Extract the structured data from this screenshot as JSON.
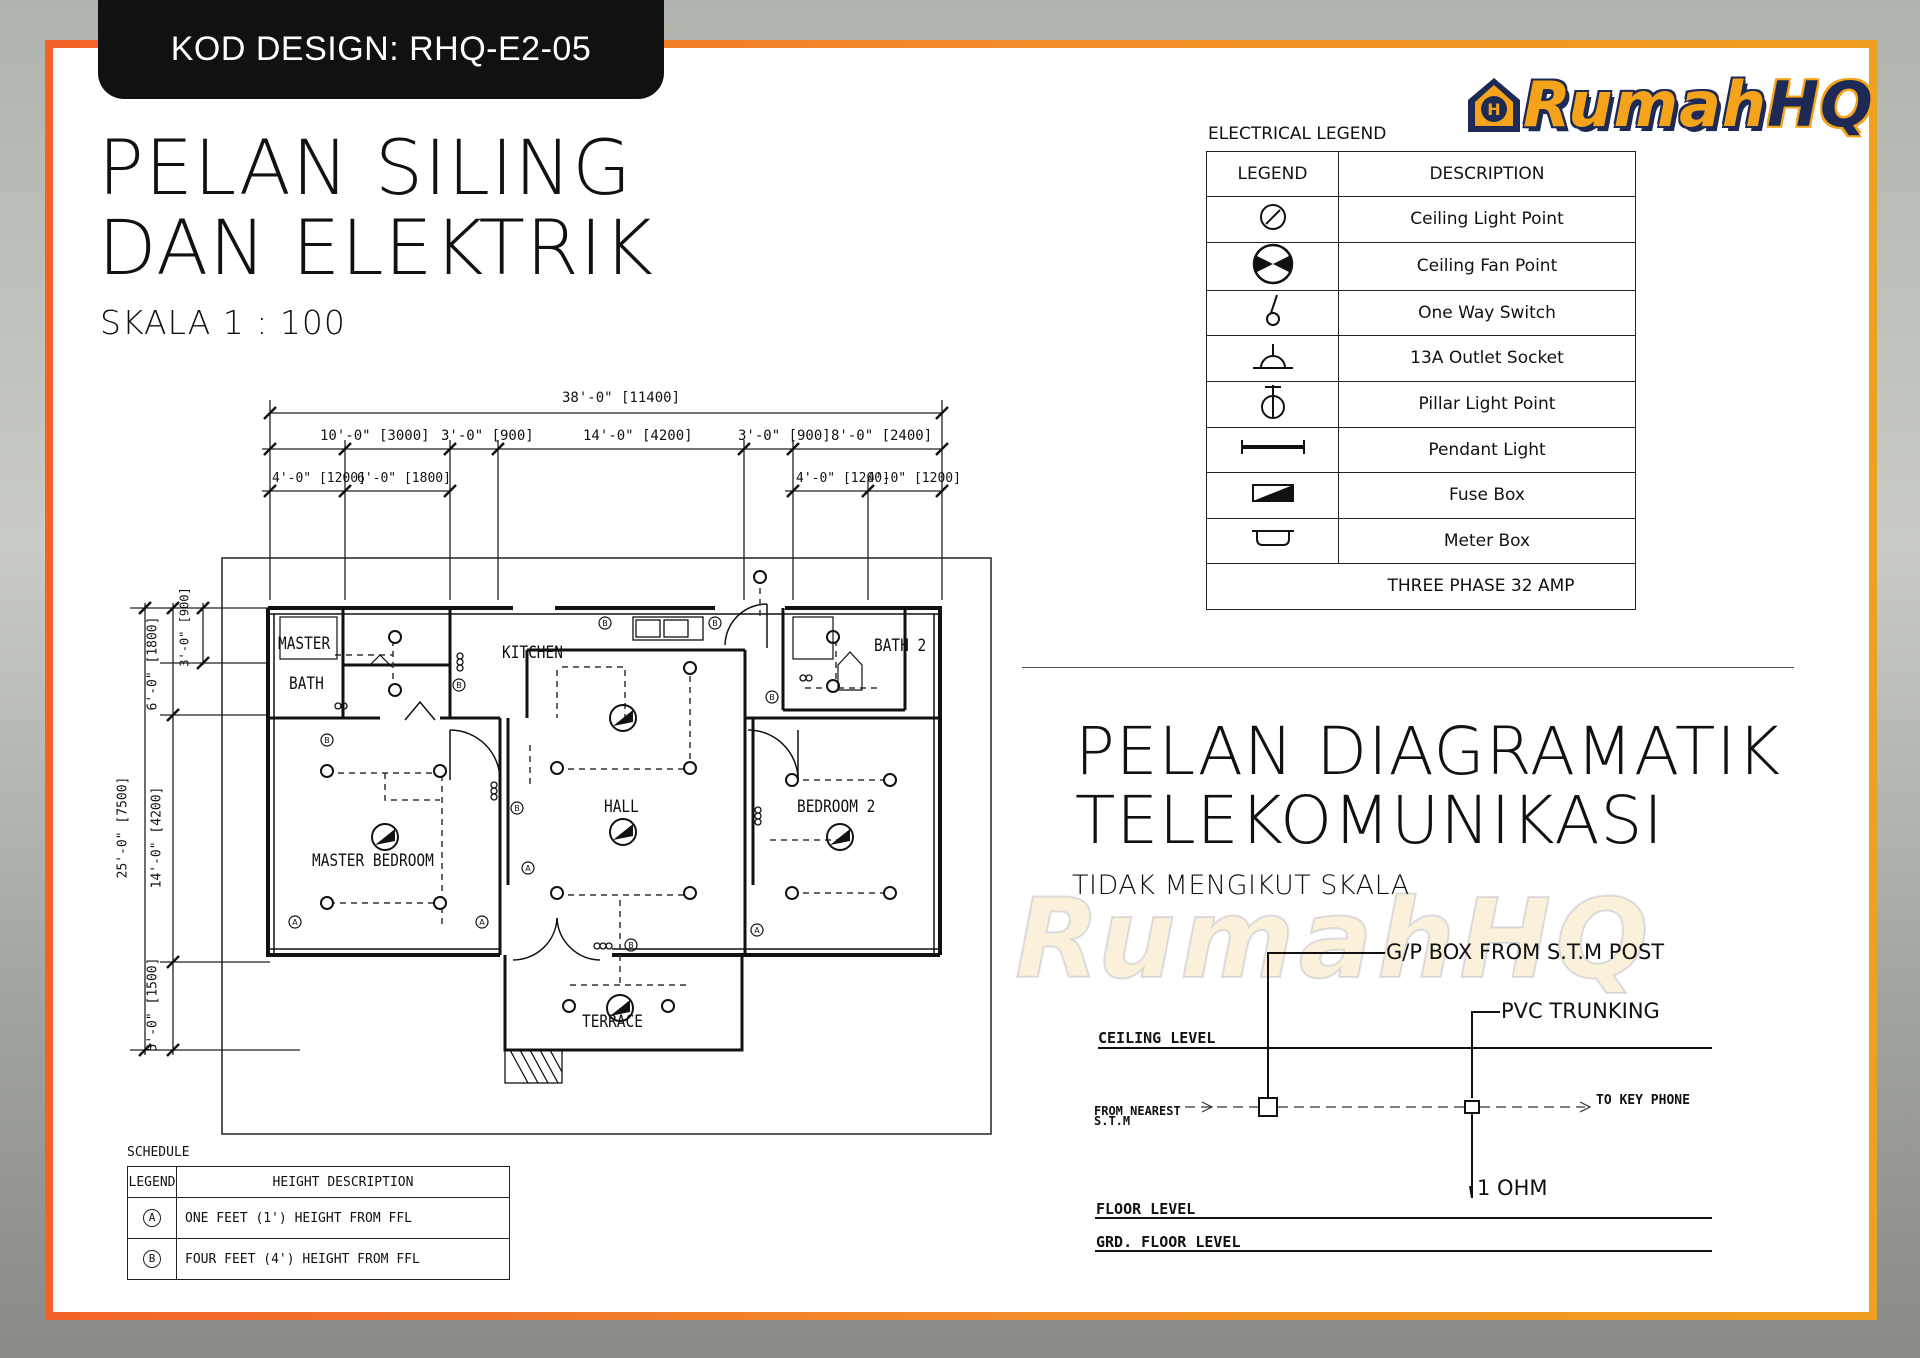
{
  "header": {
    "code_label": "KOD DESIGN: RHQ-E2-05",
    "brand_name_part1": "Rumah",
    "brand_name_part2": "HQ"
  },
  "ceiling_plan": {
    "title_line1": "PELAN SILING",
    "title_line2": "DAN ELEKTRIK",
    "scale": "SKALA 1 : 100",
    "dimensions_top": {
      "overall": "38'-0\" [11400]",
      "segments": [
        "10'-0\" [3000]",
        "3'-0\" [900]",
        "14'-0\" [4200]",
        "3'-0\" [900]",
        "8'-0\" [2400]"
      ],
      "sub_segments": [
        "4'-0\" [1200]",
        "6'-0\" [1800]",
        "4'-0\" [1200]",
        "4'-0\" [1200]"
      ]
    },
    "dimensions_left": {
      "overall": "25'-0\" [7500]",
      "segments": [
        "6'-0\" [1800]",
        "14'-0\" [4200]",
        "5'-0\" [1500]"
      ],
      "sub_segments": [
        "3'-0\" [900]"
      ]
    },
    "rooms": [
      "MASTER",
      "BATH",
      "KITCHEN",
      "BATH 2",
      "HALL",
      "BEDROOM 2",
      "MASTER BEDROOM",
      "TERRACE"
    ]
  },
  "electrical_legend": {
    "caption": "ELECTRICAL LEGEND",
    "header_legend": "LEGEND",
    "header_description": "DESCRIPTION",
    "rows": [
      {
        "icon": "ceiling-light-icon",
        "description": "Ceiling Light Point"
      },
      {
        "icon": "ceiling-fan-icon",
        "description": "Ceiling Fan Point"
      },
      {
        "icon": "one-way-switch-icon",
        "description": "One Way Switch"
      },
      {
        "icon": "outlet-socket-icon",
        "description": "13A Outlet Socket"
      },
      {
        "icon": "pillar-light-icon",
        "description": "Pillar Light Point"
      },
      {
        "icon": "pendant-light-icon",
        "description": "Pendant Light"
      },
      {
        "icon": "fuse-box-icon",
        "description": "Fuse Box"
      },
      {
        "icon": "meter-box-icon",
        "description": "Meter Box"
      }
    ],
    "footer": "THREE PHASE 32 AMP"
  },
  "schedule": {
    "caption": "SCHEDULE",
    "header_legend": "LEGEND",
    "header_description": "HEIGHT DESCRIPTION",
    "rows": [
      {
        "symbol": "A",
        "description": "ONE FEET (1') HEIGHT FROM FFL"
      },
      {
        "symbol": "B",
        "description": "FOUR FEET (4') HEIGHT FROM FFL"
      }
    ]
  },
  "telecom_plan": {
    "title_line1": "PELAN DIAGRAMATIK",
    "title_line2": "TELEKOMUNIKASI",
    "scale_note": "TIDAK MENGIKUT SKALA",
    "labels": {
      "gp_box": "G/P BOX FROM  S.T.M  POST",
      "pvc": "PVC TRUNKING",
      "ceiling_level": "CEILING LEVEL",
      "from_nearest_1": "FROM NEAREST",
      "from_nearest_2": "S.T.M",
      "to_key_phone": "TO KEY PHONE",
      "ohm": "1 OHM",
      "floor_level": "FLOOR LEVEL",
      "grd_floor_level": "GRD. FLOOR LEVEL"
    }
  },
  "colors": {
    "frame_orange": "#f2622a",
    "frame_amber": "#f0a020",
    "brand_yellow": "#f5a31a",
    "brand_navy": "#1c2a55"
  }
}
